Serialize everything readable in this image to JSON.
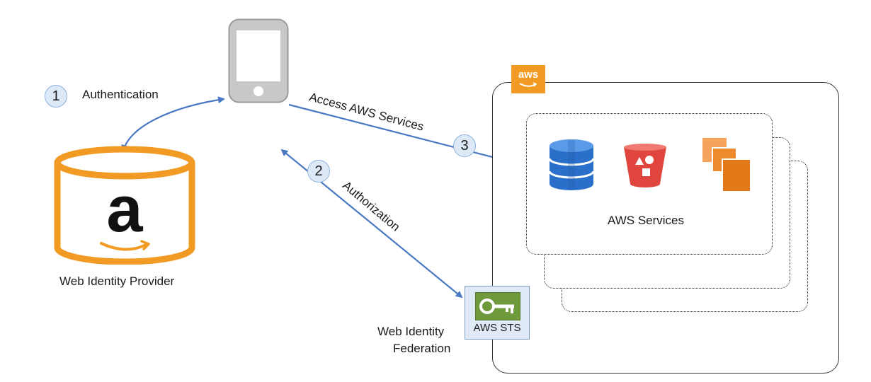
{
  "steps": [
    {
      "number": "1",
      "label": "Authentication"
    },
    {
      "number": "2",
      "label": "Authorization"
    },
    {
      "number": "3",
      "label": "Access AWS Services"
    }
  ],
  "provider": {
    "logo_letter": "a",
    "label": "Web Identity Provider"
  },
  "sts": {
    "label": "AWS STS",
    "caption_line1": "Web Identity",
    "caption_line2": "Federation"
  },
  "aws_cloud": {
    "badge": "aws",
    "services_label": "AWS Services"
  },
  "colors": {
    "arrow": "#4a78c2",
    "amazon_orange": "#f19a24",
    "dynamodb_blue": "#2a6fc9",
    "s3_red": "#e0463d",
    "sts_green": "#6f9a3c"
  }
}
